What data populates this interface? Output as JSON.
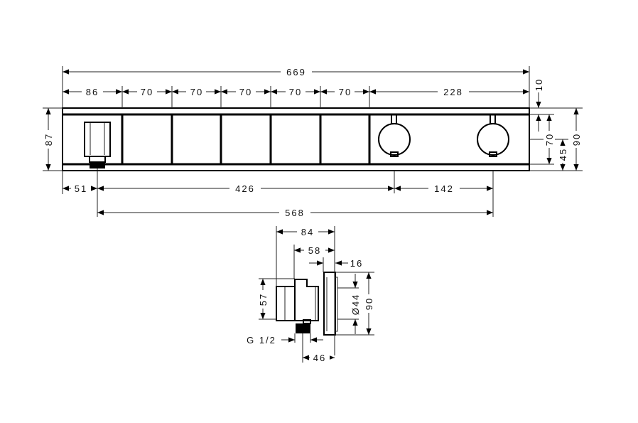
{
  "front_view": {
    "overall_width": "669",
    "segments": [
      "86",
      "70",
      "70",
      "70",
      "70",
      "70",
      "228"
    ],
    "top_offset": "10",
    "height_left": "87",
    "button_height": "70",
    "knob_center_height": "45",
    "overall_height": "90",
    "outlet_offset": "51",
    "outlet_to_knob1": "426",
    "knob_spacing": "142",
    "outlet_to_knob2": "568"
  },
  "side_view": {
    "total_depth": "84",
    "body_depth": "58",
    "plate_depth": "16",
    "body_height": "57",
    "knob_diameter": "Ø44",
    "plate_height": "90",
    "thread": "G 1/2",
    "outlet_depth": "46"
  }
}
